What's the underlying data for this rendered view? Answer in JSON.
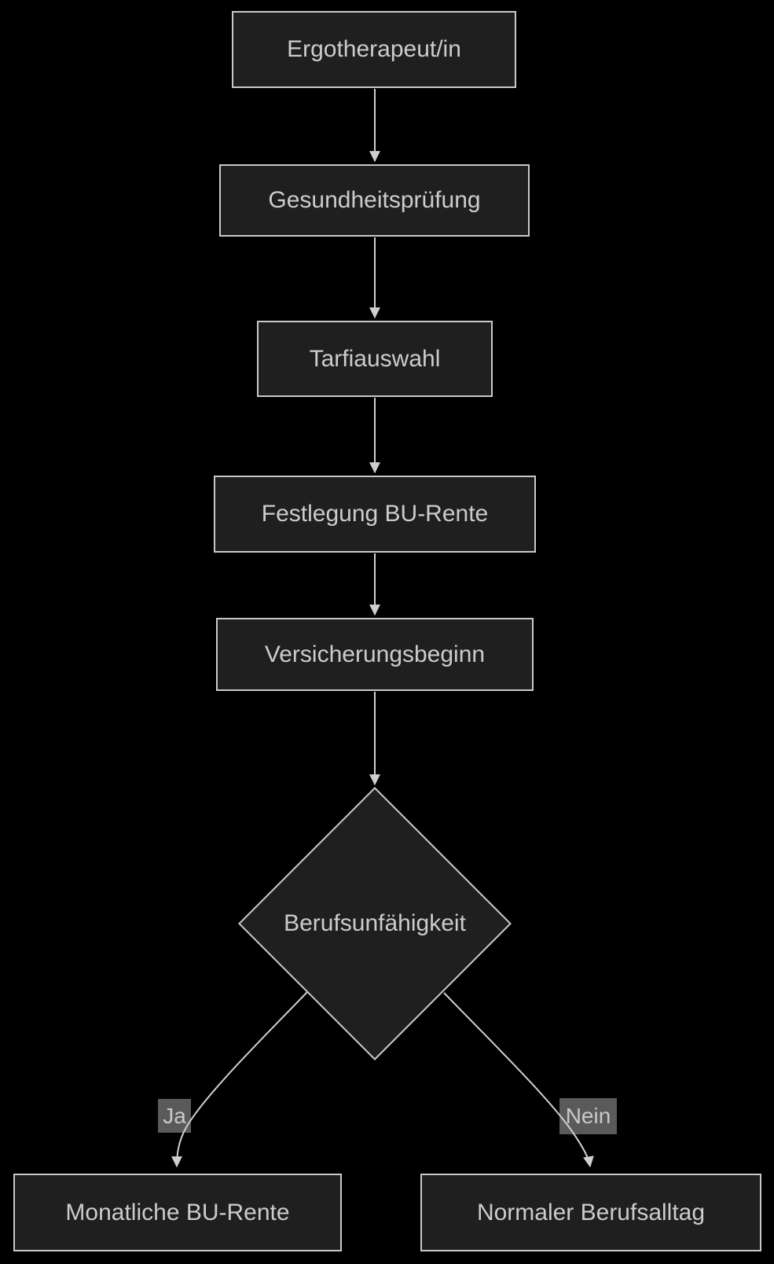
{
  "diagram": {
    "type": "flowchart",
    "direction": "top-down",
    "colors": {
      "background": "#000000",
      "node_fill": "#1f1f1f",
      "node_border": "#c9c9c9",
      "node_text": "#cccccc",
      "edge_line": "#cfcfcf",
      "edge_label_background": "#5a5a5a",
      "edge_label_text": "#c9c9c9"
    },
    "nodes": [
      {
        "id": "ergotherapeut",
        "shape": "rectangle",
        "label": "Ergotherapeut/in"
      },
      {
        "id": "gesundheitspruefung",
        "shape": "rectangle",
        "label": "Gesundheitsprüfung"
      },
      {
        "id": "tarifauswahl",
        "shape": "rectangle",
        "label": "Tarfiauswahl"
      },
      {
        "id": "festlegung-bu-rente",
        "shape": "rectangle",
        "label": "Festlegung BU-Rente"
      },
      {
        "id": "versicherungsbeginn",
        "shape": "rectangle",
        "label": "Versicherungsbeginn"
      },
      {
        "id": "berufsunfaehigkeit",
        "shape": "diamond",
        "label": "Berufsunfähigkeit"
      },
      {
        "id": "monatliche-bu-rente",
        "shape": "rectangle",
        "label": "Monatliche BU-Rente"
      },
      {
        "id": "normaler-berufsalltag",
        "shape": "rectangle",
        "label": "Normaler Berufsalltag"
      }
    ],
    "edges": [
      {
        "from": "ergotherapeut",
        "to": "gesundheitspruefung",
        "label": ""
      },
      {
        "from": "gesundheitspruefung",
        "to": "tarifauswahl",
        "label": ""
      },
      {
        "from": "tarifauswahl",
        "to": "festlegung-bu-rente",
        "label": ""
      },
      {
        "from": "festlegung-bu-rente",
        "to": "versicherungsbeginn",
        "label": ""
      },
      {
        "from": "versicherungsbeginn",
        "to": "berufsunfaehigkeit",
        "label": ""
      },
      {
        "from": "berufsunfaehigkeit",
        "to": "monatliche-bu-rente",
        "label": "Ja"
      },
      {
        "from": "berufsunfaehigkeit",
        "to": "normaler-berufsalltag",
        "label": "Nein"
      }
    ]
  }
}
